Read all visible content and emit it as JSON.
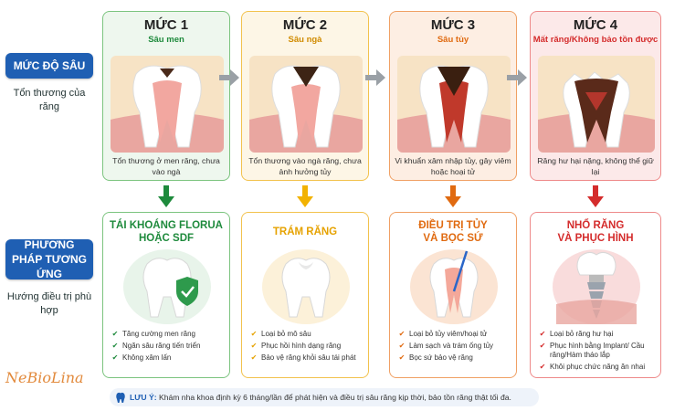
{
  "side": {
    "degree_label": "MỨC ĐỘ SÂU",
    "degree_desc": "Tổn thương của răng",
    "method_label": "PHƯƠNG PHÁP TƯƠNG ỨNG",
    "method_desc": "Hướng điều trị phù hợp"
  },
  "levels": [
    {
      "title": "MỨC 1",
      "subtitle": "Sâu men",
      "desc": "Tổn thương ở men răng, chưa vào ngà",
      "color": "#1e8a3c",
      "bg": "#eef7ee"
    },
    {
      "title": "MỨC 2",
      "subtitle": "Sâu ngà",
      "desc": "Tổn thương vào ngà răng, chưa ảnh hưởng tủy",
      "color": "#e6a200",
      "bg": "#fdf6e6"
    },
    {
      "title": "MỨC 3",
      "subtitle": "Sâu tủy",
      "desc": "Vi khuẩn xâm nhập tủy, gây viêm hoặc hoại tử",
      "color": "#e06a10",
      "bg": "#fdeee3"
    },
    {
      "title": "MỨC 4",
      "subtitle": "Mất răng/Không bảo tồn được",
      "desc": "Răng hư hại nặng, không thể giữ lại",
      "color": "#d42c2c",
      "bg": "#fce9e9"
    }
  ],
  "treatments": [
    {
      "title_line1": "TÁI KHOÁNG FLORUA",
      "title_line2": "HOẶC SDF",
      "items": [
        "Tăng cường men răng",
        "Ngăn sâu răng tiến triển",
        "Không xâm lấn"
      ]
    },
    {
      "title_line1": "TRÁM RĂNG",
      "title_line2": "",
      "items": [
        "Loại bỏ mô sâu",
        "Phục hồi hình dạng răng",
        "Bảo vệ răng khỏi sâu tái phát"
      ]
    },
    {
      "title_line1": "ĐIỀU TRỊ TỦY",
      "title_line2": "VÀ BỌC SỨ",
      "items": [
        "Loại bỏ tủy viêm/hoại tử",
        "Làm sạch và trám ống tủy",
        "Bọc sứ bảo vệ răng"
      ]
    },
    {
      "title_line1": "NHỔ RĂNG",
      "title_line2": "VÀ PHỤC HÌNH",
      "items": [
        "Loại bỏ răng hư hại",
        "Phục hình bằng Implant/ Cầu răng/Hàm tháo lắp",
        "Khôi phục chức năng ăn nhai"
      ]
    }
  ],
  "note": {
    "label": "LƯU Ý:",
    "text": "Khám nha khoa định kỳ 6 tháng/lần để phát hiện và điều trị sâu răng kịp thời, bảo tồn răng thật tối đa."
  },
  "brand": "NeBioLina"
}
